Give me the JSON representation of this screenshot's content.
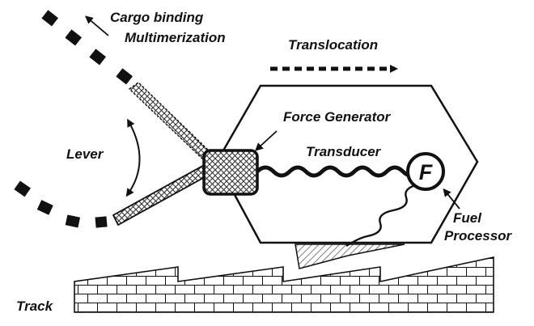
{
  "labels": {
    "cargo_binding": "Cargo binding",
    "multimerization": "Multimerization",
    "translocation": "Translocation",
    "force_generator": "Force Generator",
    "transducer": "Transducer",
    "fuel_symbol": "F",
    "fuel": "Fuel",
    "processor": "Processor",
    "lever": "Lever",
    "track": "Track"
  },
  "colors": {
    "ink": "#111111",
    "background": "#ffffff",
    "hatch": "#555555"
  }
}
